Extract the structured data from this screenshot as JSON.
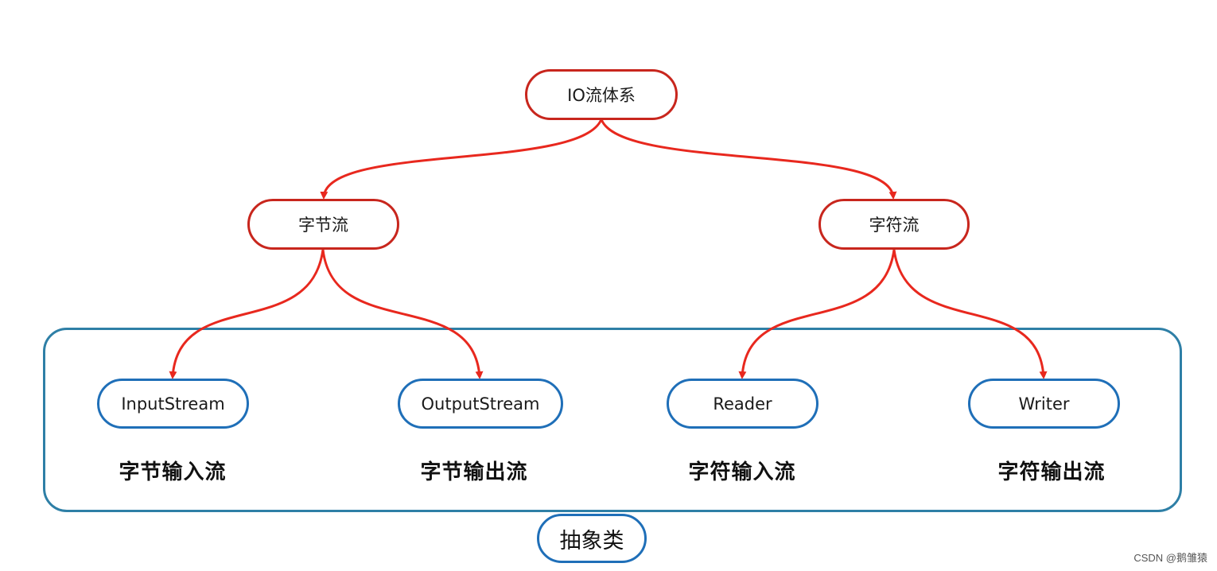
{
  "root": {
    "label": "IO流体系"
  },
  "level2": {
    "byte": "字节流",
    "char": "字符流"
  },
  "streams": {
    "input_stream": "InputStream",
    "output_stream": "OutputStream",
    "reader": "Reader",
    "writer": "Writer"
  },
  "captions": {
    "byte_input": "字节输入流",
    "byte_output": "字节输出流",
    "char_input": "字符输入流",
    "char_output": "字符输出流"
  },
  "group_label": "抽象类",
  "watermark": "CSDN @鹅雏猿",
  "colors": {
    "arrow": "#e8281e",
    "red_border": "#c8261d",
    "blue_border": "#1f6fb8",
    "group_border": "#2e7fa6"
  }
}
